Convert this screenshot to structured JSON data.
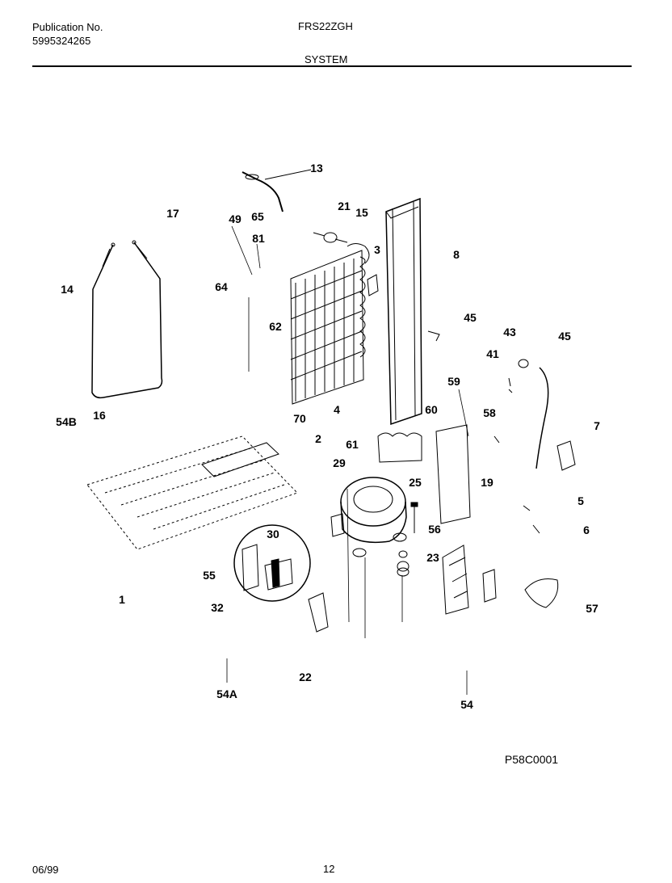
{
  "header": {
    "publication_label": "Publication No.",
    "publication_number": "5995324265",
    "model": "FRS22ZGH",
    "section_title": "SYSTEM"
  },
  "callouts": [
    "13",
    "17",
    "49",
    "65",
    "81",
    "21",
    "15",
    "3",
    "8",
    "14",
    "64",
    "62",
    "45",
    "43",
    "45",
    "41",
    "59",
    "60",
    "58",
    "4",
    "70",
    "2",
    "61",
    "29",
    "7",
    "54B",
    "16",
    "25",
    "19",
    "5",
    "56",
    "6",
    "30",
    "23",
    "55",
    "1",
    "32",
    "57",
    "22",
    "54A",
    "54"
  ],
  "figure_code": "P58C0001",
  "footer": {
    "date": "06/99",
    "page": "12"
  }
}
